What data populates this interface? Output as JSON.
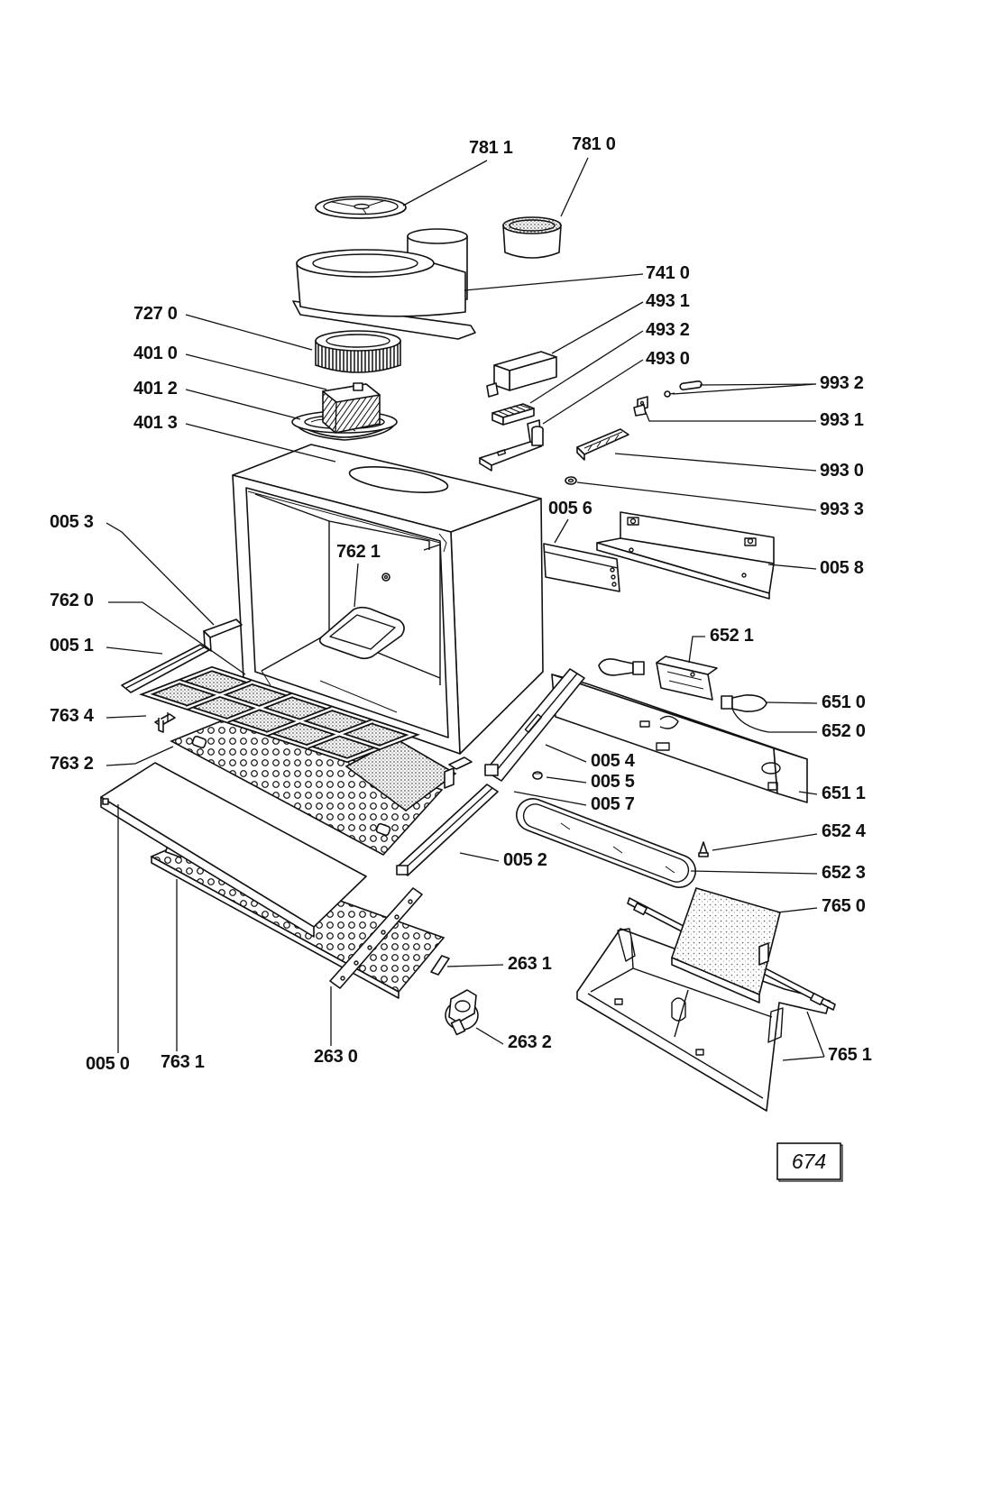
{
  "labels": {
    "p781_1": "781 1",
    "p781_0": "781 0",
    "p741_0": "741 0",
    "p493_1": "493 1",
    "p493_2": "493 2",
    "p493_0": "493 0",
    "p727_0": "727 0",
    "p401_0": "401 0",
    "p401_2": "401 2",
    "p401_3": "401 3",
    "p993_2": "993 2",
    "p993_1": "993 1",
    "p993_0": "993 0",
    "p993_3": "993 3",
    "p005_6": "005 6",
    "p005_3": "005 3",
    "p762_1": "762 1",
    "p005_8": "005 8",
    "p762_0": "762 0",
    "p652_1": "652 1",
    "p005_1": "005 1",
    "p651_0": "651 0",
    "p763_4": "763 4",
    "p652_0": "652 0",
    "p005_4": "005 4",
    "p763_2": "763 2",
    "p005_5": "005 5",
    "p005_7": "005 7",
    "p651_1": "651 1",
    "p652_4": "652 4",
    "p005_2": "005 2",
    "p652_3": "652 3",
    "p765_0": "765 0",
    "p263_1": "263 1",
    "p263_2": "263 2",
    "p765_1": "765 1",
    "p005_0": "005 0",
    "p763_1": "763 1",
    "p263_0": "263 0"
  },
  "page_number": "674"
}
